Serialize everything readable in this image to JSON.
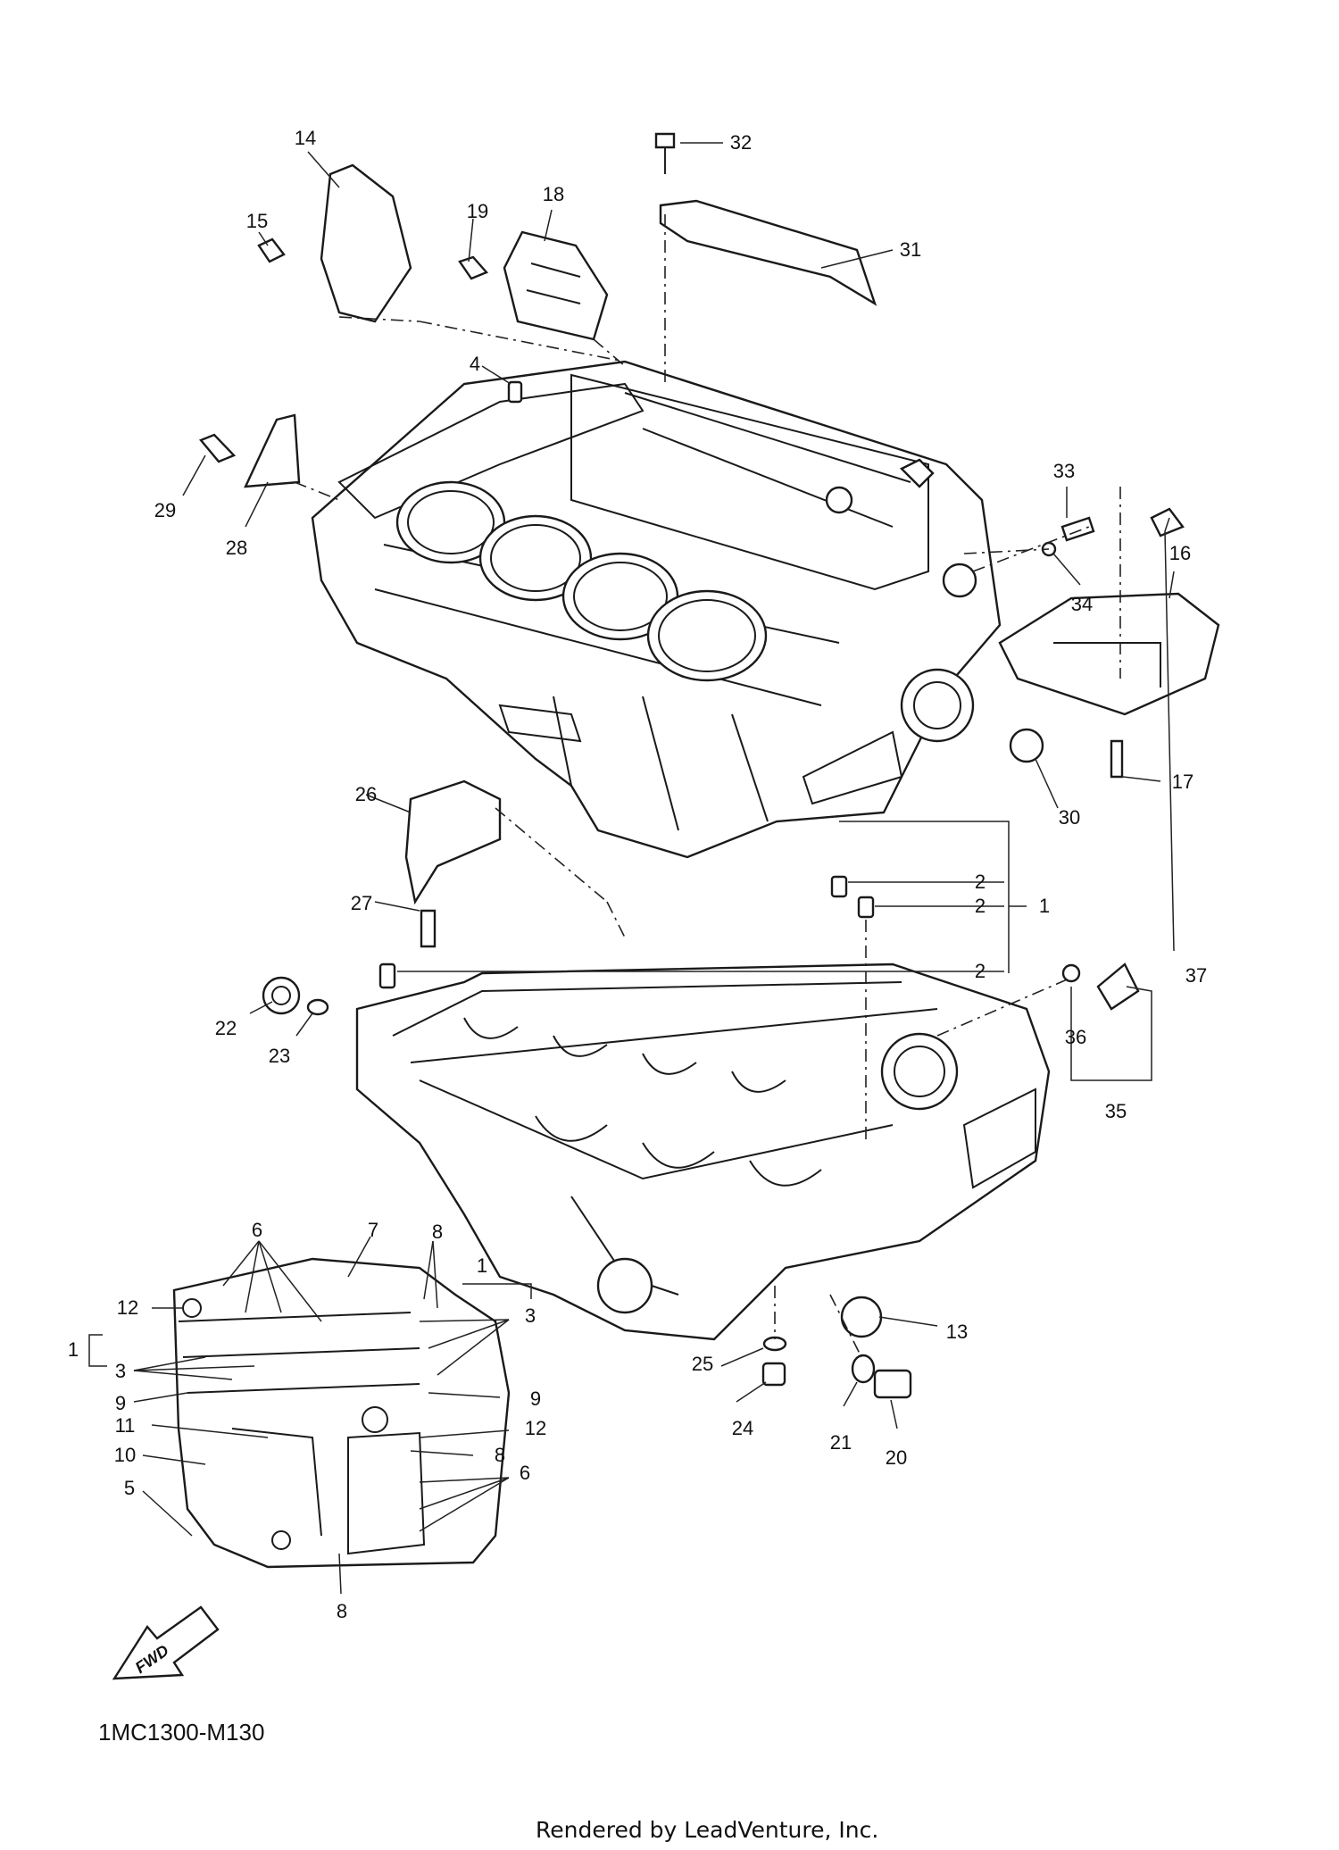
{
  "callouts": {
    "c32": "32",
    "c31": "31",
    "c14": "14",
    "c15": "15",
    "c18": "18",
    "c19": "19",
    "c4": "4",
    "c29": "29",
    "c28": "28",
    "c33": "33",
    "c16": "16",
    "c34": "34",
    "c17": "17",
    "c30": "30",
    "c26": "26",
    "c27": "27",
    "c2a": "2",
    "c2b": "2",
    "c2c": "2",
    "c1main": "1",
    "c37": "37",
    "c36": "36",
    "c35": "35",
    "c22": "22",
    "c23": "23",
    "c13": "13",
    "c25": "25",
    "c24": "24",
    "c21": "21",
    "c20": "20",
    "i6a": "6",
    "i7": "7",
    "i8a": "8",
    "i1": "1",
    "i12a": "12",
    "i3a": "3",
    "i1left": "1",
    "i3b": "3",
    "i9a": "9",
    "i9b": "9",
    "i11": "11",
    "i12b": "12",
    "i10": "10",
    "i8b": "8",
    "i6b": "6",
    "i5": "5",
    "i8c": "8"
  },
  "diagram_code": "1MC1300-M130",
  "fwd_label": "FWD",
  "rendered_by": "Rendered by LeadVenture, Inc.",
  "icons": {
    "fwd_arrow": "fwd-arrow-icon"
  }
}
